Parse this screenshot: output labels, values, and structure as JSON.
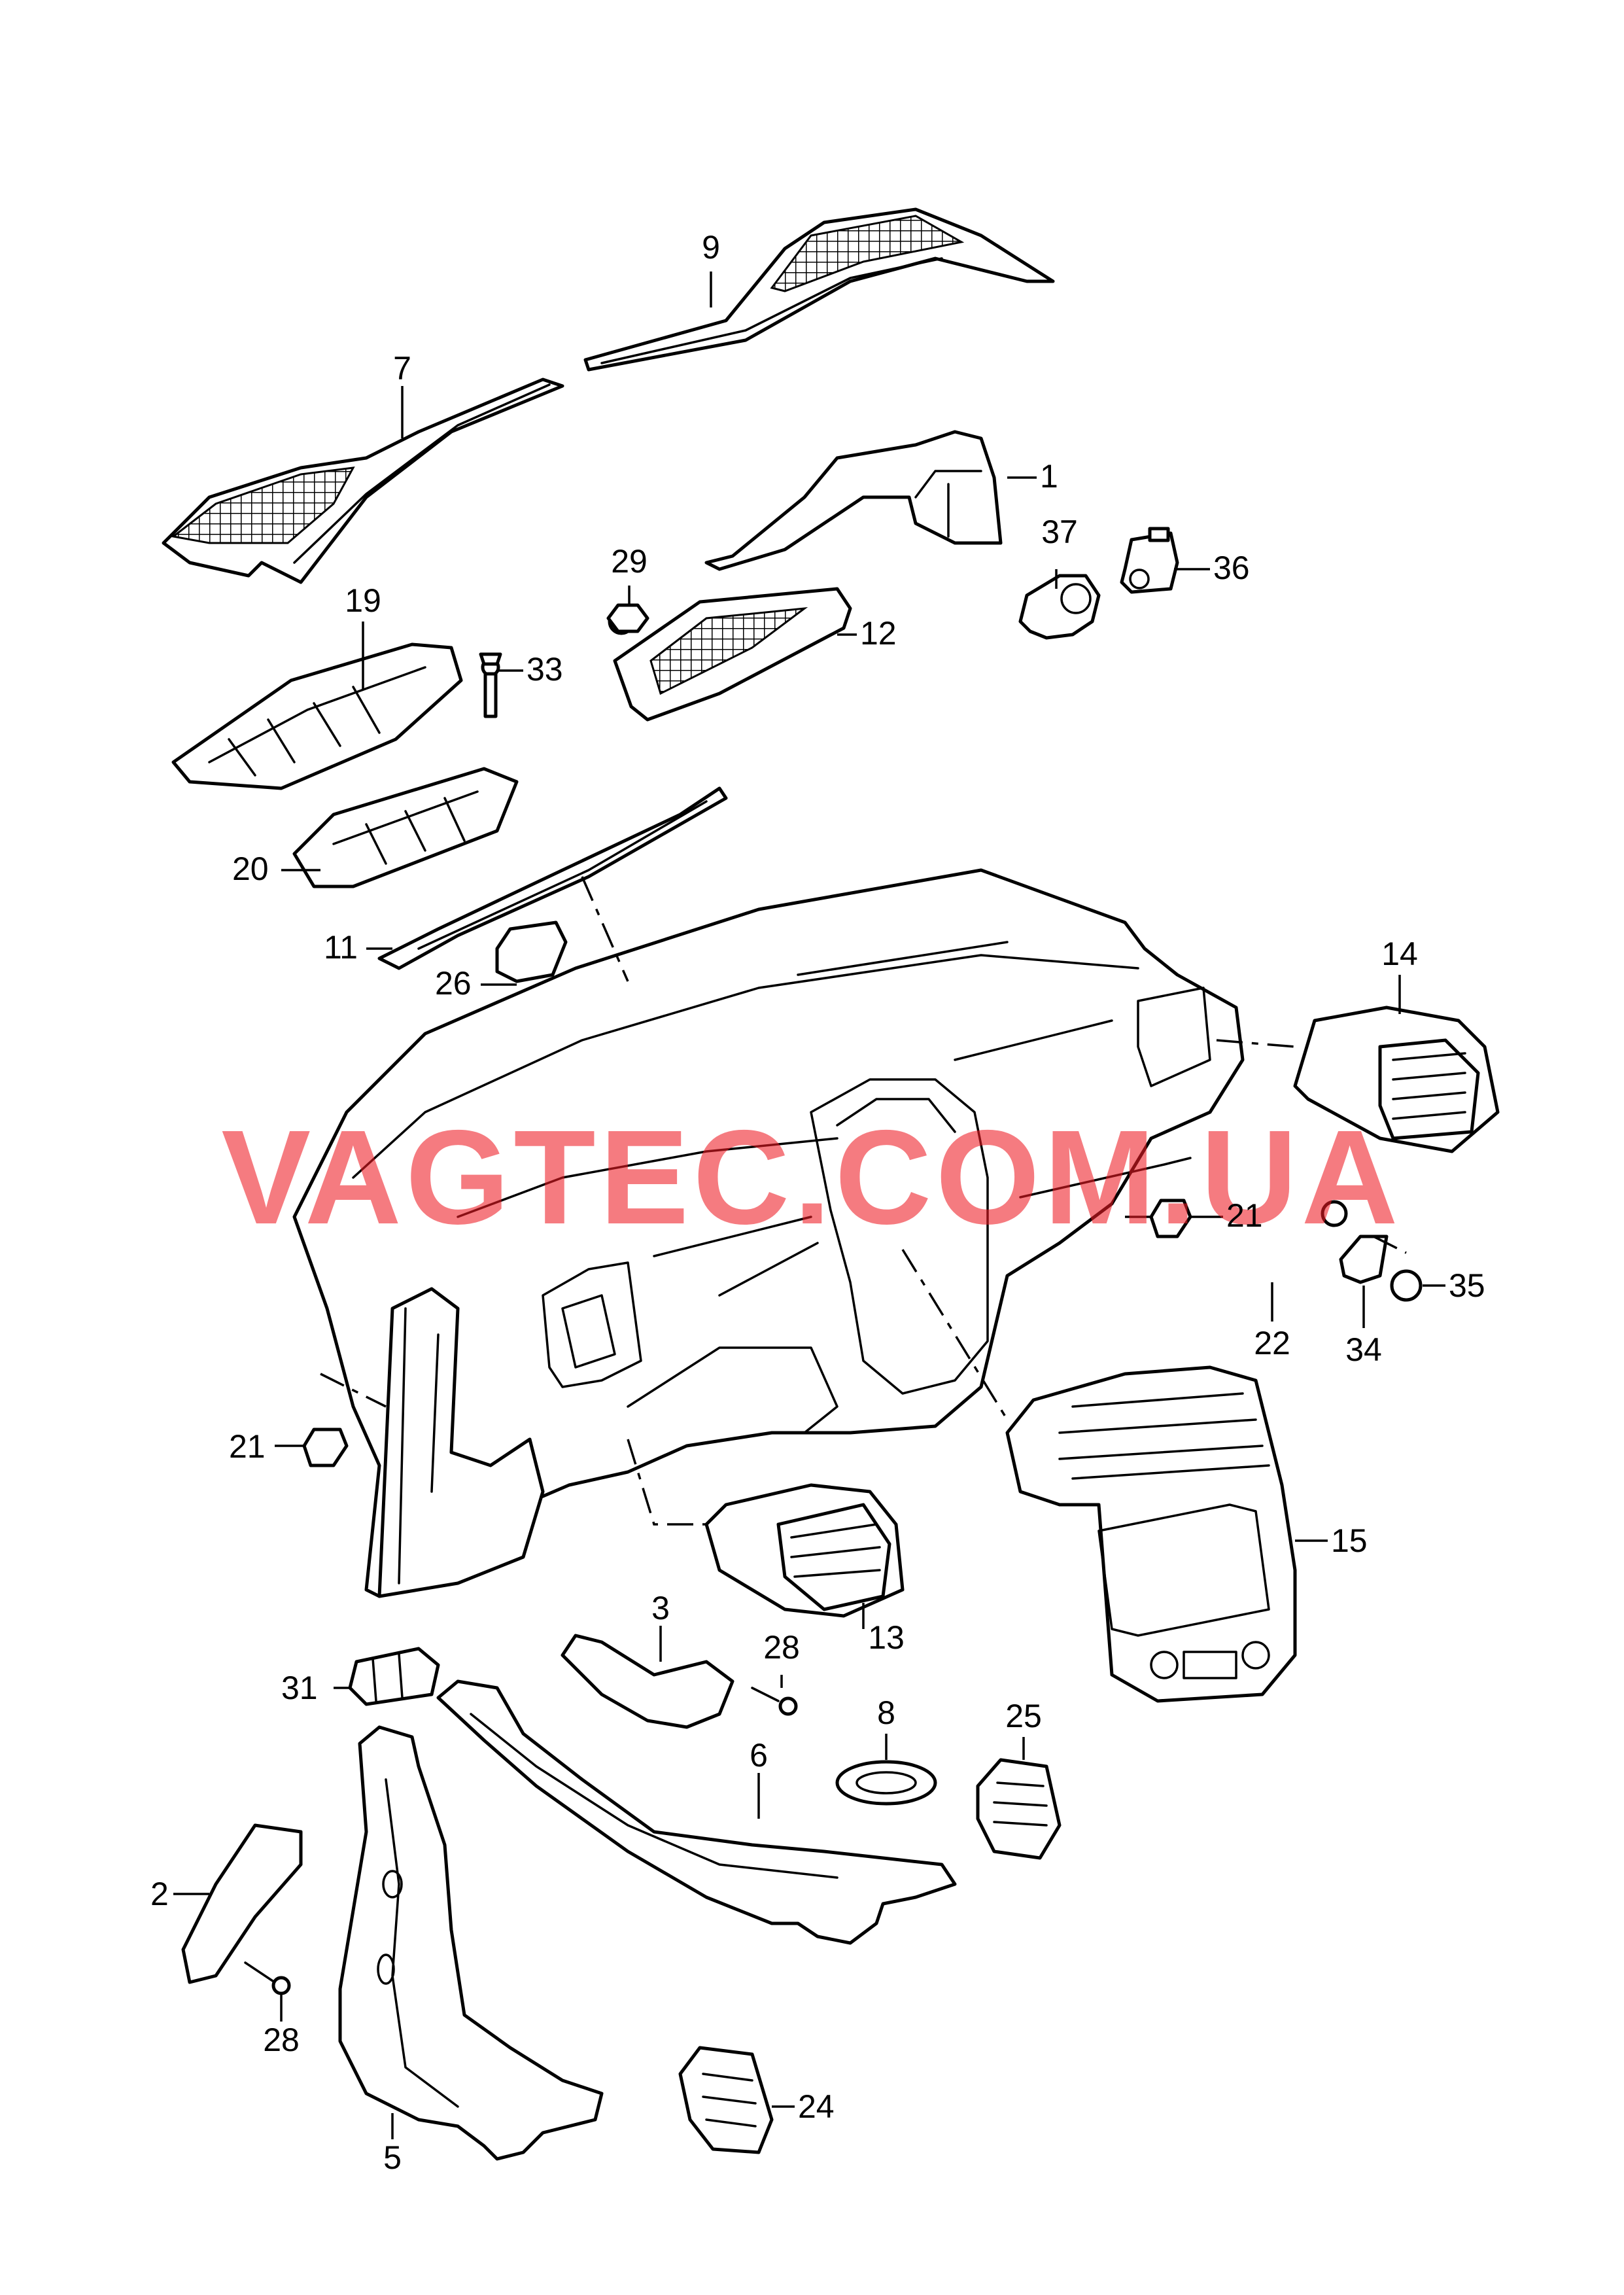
{
  "watermark": "VAGTEC.COM.UA",
  "watermark_color": "#ed1c24",
  "callouts": {
    "p1": "1",
    "p2": "2",
    "p3": "3",
    "p5": "5",
    "p6": "6",
    "p7": "7",
    "p8": "8",
    "p9": "9",
    "p11": "11",
    "p12": "12",
    "p13": "13",
    "p14": "14",
    "p15": "15",
    "p19": "19",
    "p20": "20",
    "p21a": "21",
    "p21b": "21",
    "p22": "22",
    "p24": "24",
    "p25": "25",
    "p26": "26",
    "p28a": "28",
    "p28b": "28",
    "p29": "29",
    "p31": "31",
    "p33": "33",
    "p34": "34",
    "p35": "35",
    "p36": "36",
    "p37": "37"
  }
}
